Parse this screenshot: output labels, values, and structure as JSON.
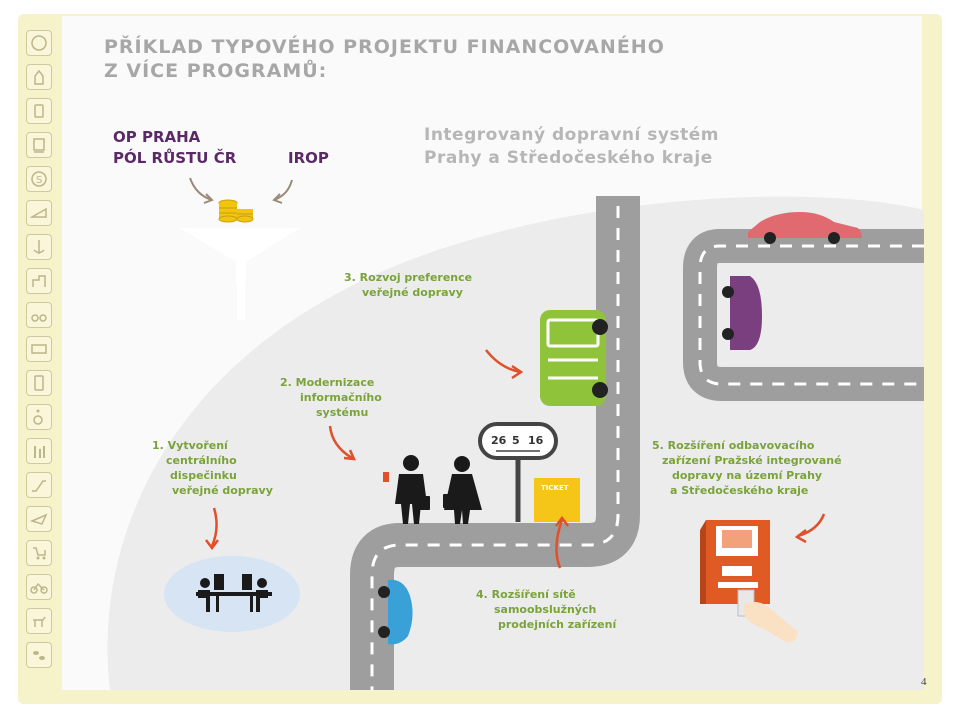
{
  "title": {
    "line1": "PŘÍKLAD TYPOVÉHO PROJEKTU FINANCOVANÉHO",
    "line2": "Z VÍCE PROGRAMŮ:"
  },
  "programs": {
    "op_praha": "OP PRAHA",
    "pol_rustu": "PÓL RŮSTU ČR",
    "irop": "IROP"
  },
  "ids": {
    "line1": "Integrovaný dopravní systém",
    "line2": "Prahy a Středočeského kraje"
  },
  "steps": {
    "s1": [
      "1. Vytvoření",
      "centrálního",
      "dispečinku",
      "veřejné dopravy"
    ],
    "s2": [
      "2. Modernizace",
      "informačního",
      "systému"
    ],
    "s3": [
      "3. Rozvoj preference",
      "veřejné dopravy"
    ],
    "s4": [
      "4. Rozšíření sítě",
      "samoobslužných",
      "prodejních zařízení"
    ],
    "s5": [
      "5. Rozšíření odbavovacího",
      "zařízení Pražské integrované",
      "dopravy na území Prahy",
      "a Středočeského kraje"
    ]
  },
  "stop_sign": {
    "n1": "26",
    "n2": "5",
    "n3": "16"
  },
  "ticket_label": "TICKET",
  "page_number": "4",
  "sidebar_icons": [
    "pid-logo-icon",
    "hand-icon",
    "tram-icon",
    "metro-icon",
    "s-train-icon",
    "train-icon",
    "ferry-icon",
    "funicular-icon",
    "bike-icon",
    "ticket-icon",
    "phone-icon",
    "wheelchair-icon",
    "family-icon",
    "escalator-icon",
    "plane-icon",
    "stroller-icon",
    "bicycle-icon",
    "dog-icon",
    "shoes-icon"
  ],
  "colors": {
    "road": "#9e9e9e",
    "green": "#8fc43a",
    "purple": "#5a2a66",
    "orange_arrow": "#e0502a",
    "car_red": "#e06a70",
    "car_purple": "#7a3f7f",
    "car_blue": "#3aa0d8",
    "kiosk": "#e05a23",
    "ticket": "#f5c518"
  }
}
